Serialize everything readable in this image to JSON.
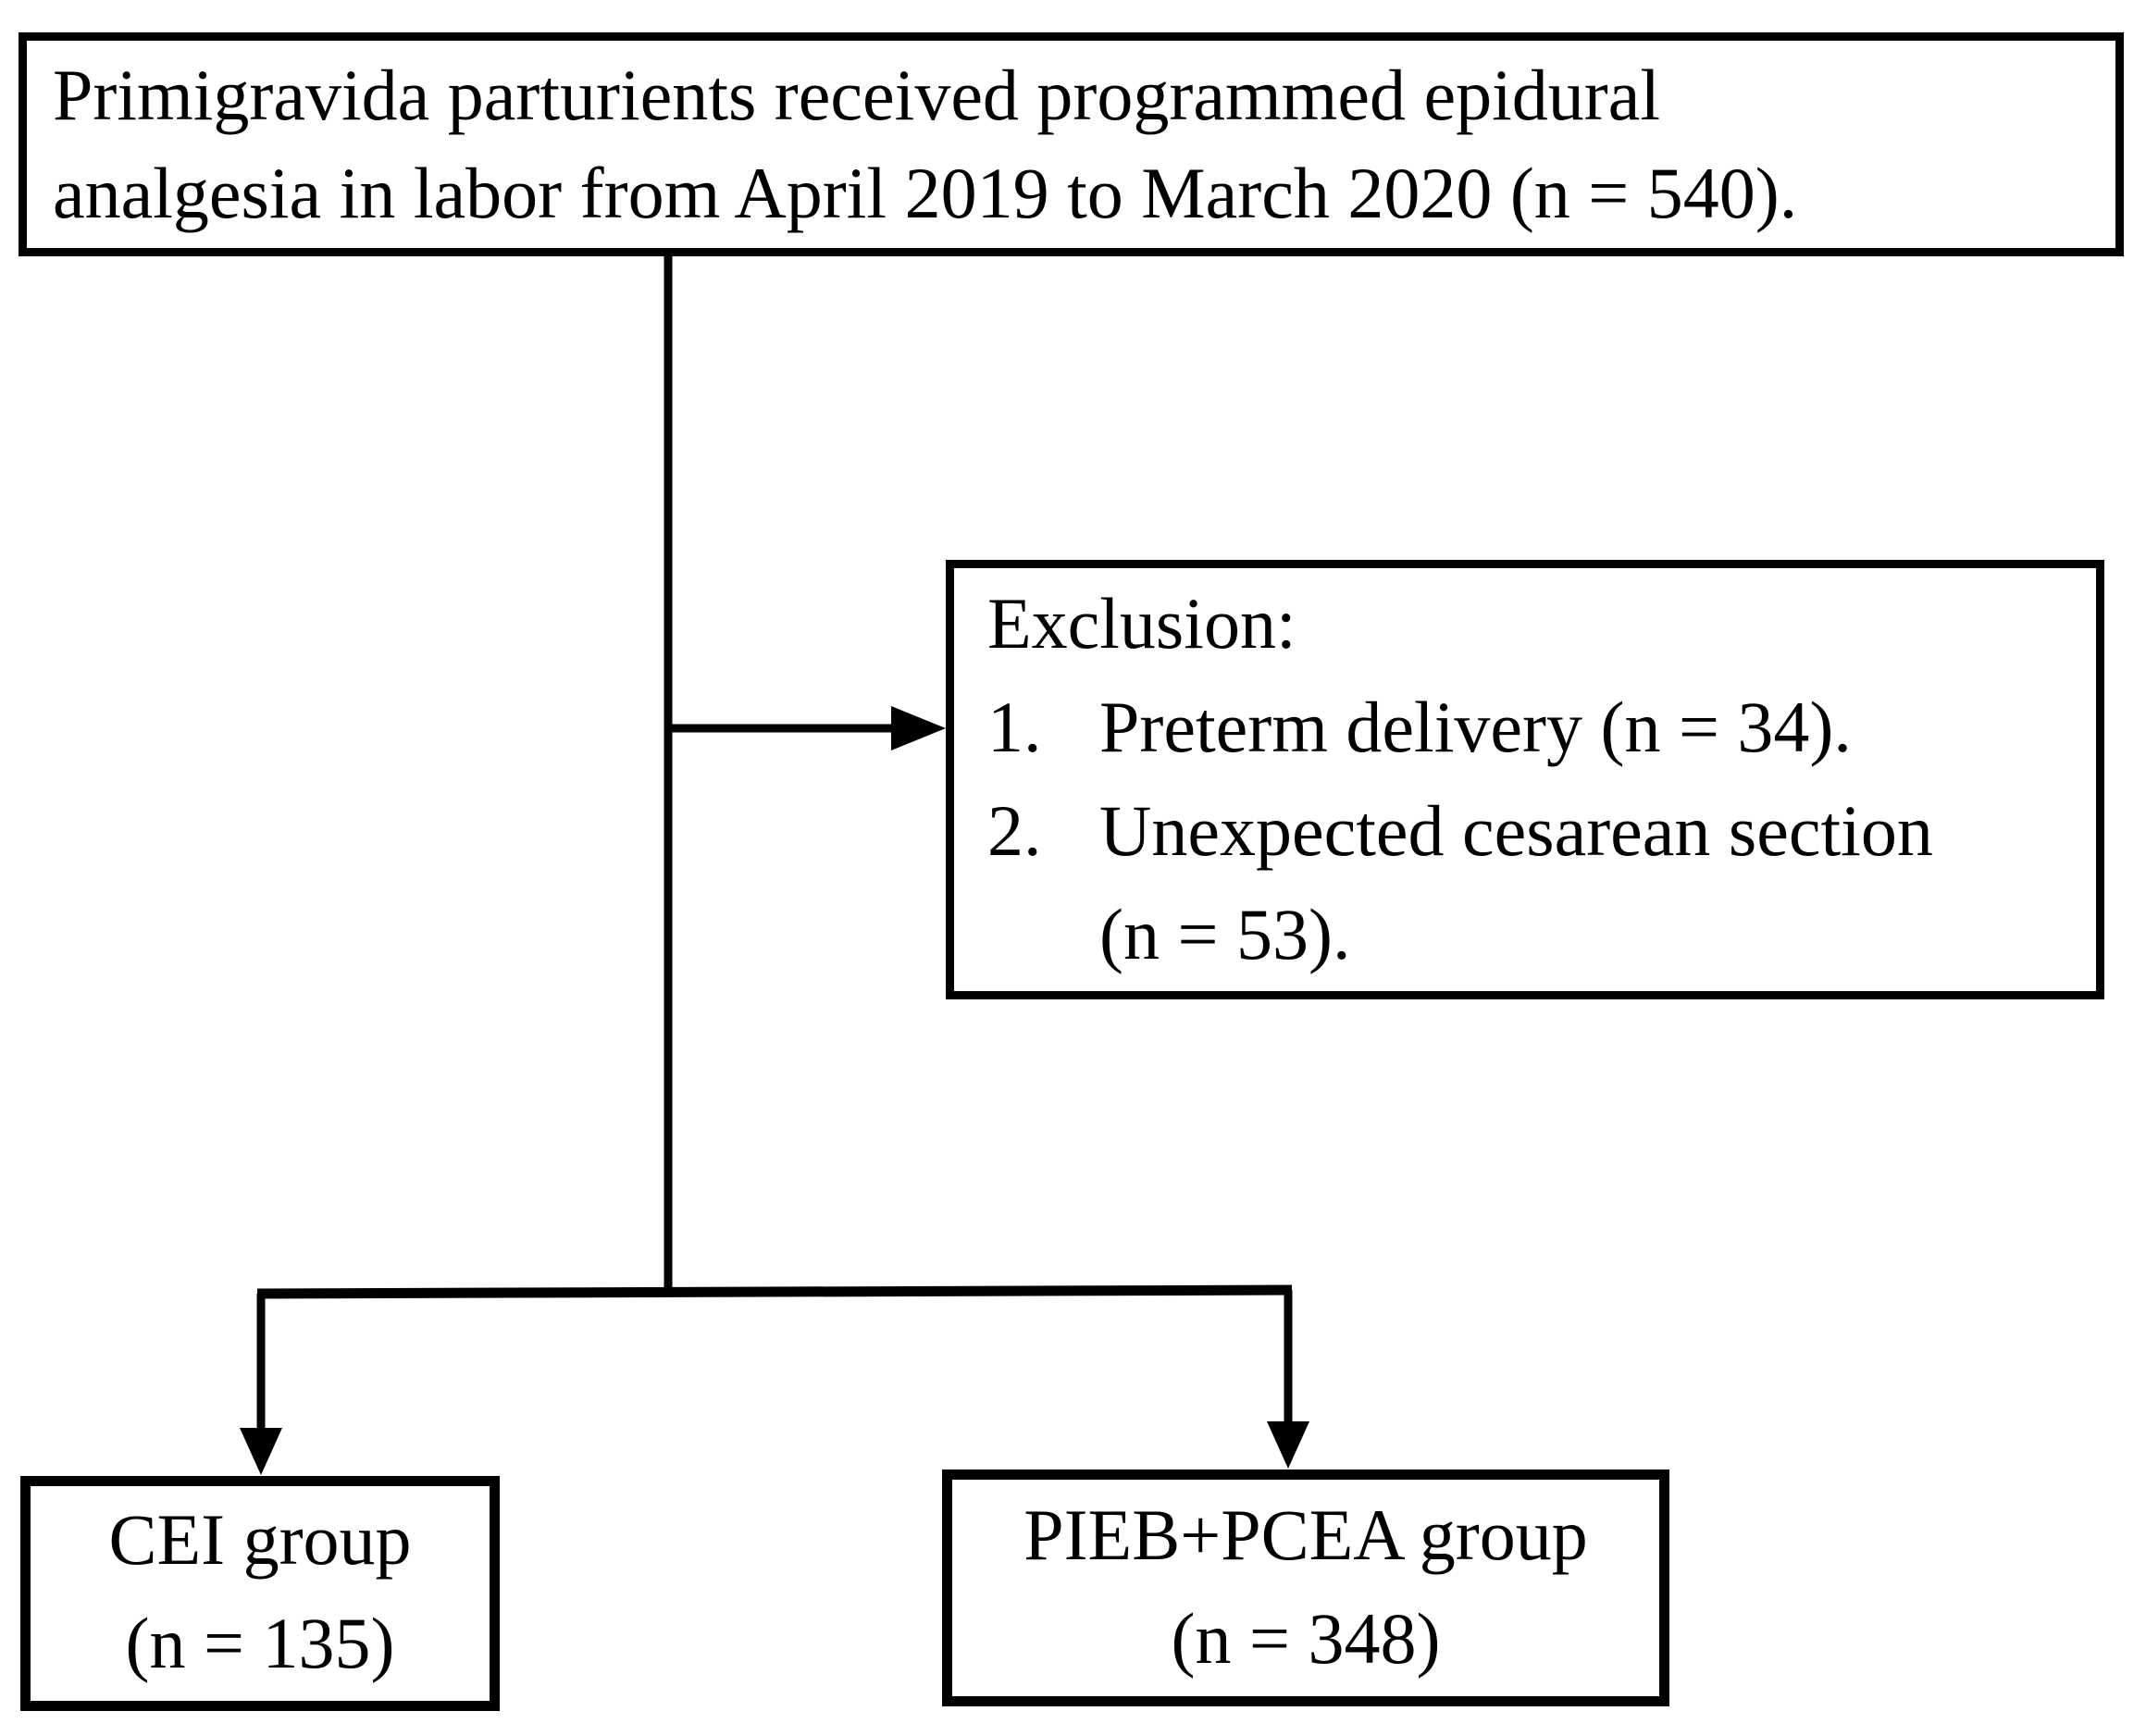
{
  "figure": {
    "colors": {
      "line": "#000000",
      "text": "#000000",
      "background": "#ffffff"
    },
    "top_box": {
      "lines": [
        "Primigravida parturients received programmed epidural",
        "analgesia in labor from April 2019 to March 2020 (n = 540)."
      ]
    },
    "exclusion_box": {
      "title": "Exclusion:",
      "items": [
        {
          "number": "1.",
          "lines": [
            "Preterm delivery (n = 34)."
          ]
        },
        {
          "number": "2.",
          "lines": [
            "Unexpected cesarean section",
            "(n = 53)."
          ]
        }
      ]
    },
    "cei_box": {
      "lines": [
        "CEI group",
        "(n = 135)"
      ]
    },
    "pieb_box": {
      "lines": [
        "PIEB+PCEA group",
        "(n = 348)"
      ]
    }
  }
}
